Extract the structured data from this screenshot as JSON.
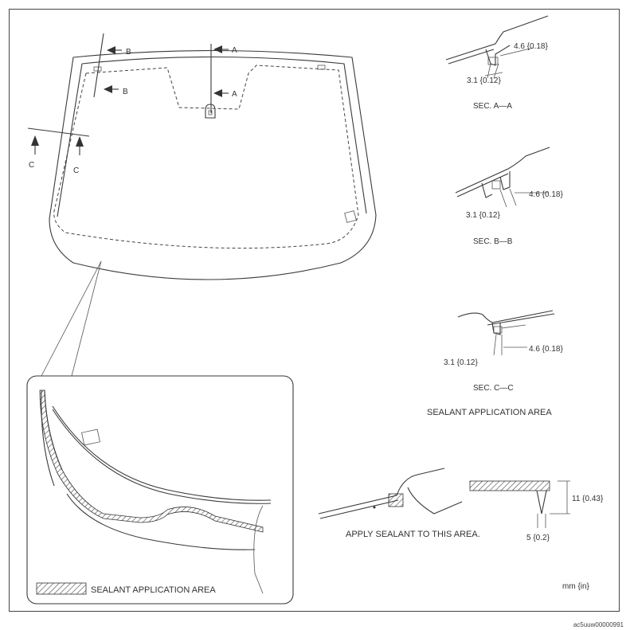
{
  "section_markers": {
    "a": "A",
    "b": "B",
    "c": "C"
  },
  "sections": {
    "aa": {
      "caption": "SEC. A—A",
      "dim_top": "4.6 {0.18}",
      "dim_bottom": "3.1 {0.12}"
    },
    "bb": {
      "caption": "SEC. B—B",
      "dim_top": "4.6 {0.18}",
      "dim_bottom": "3.1 {0.12}"
    },
    "cc": {
      "caption": "SEC. C—C",
      "dim_top": "4.6 {0.18}",
      "dim_bottom": "3.1 {0.12}"
    }
  },
  "sealant_area_title": "SEALANT APPLICATION AREA",
  "apply_note": "APPLY SEALANT TO THIS AREA.",
  "bead_dims": {
    "height": "11 {0.43}",
    "width": "5 {0.2}"
  },
  "legend_label": "SEALANT APPLICATION AREA",
  "units_note": "mm {in}",
  "image_code": "ac5uuw00000991"
}
